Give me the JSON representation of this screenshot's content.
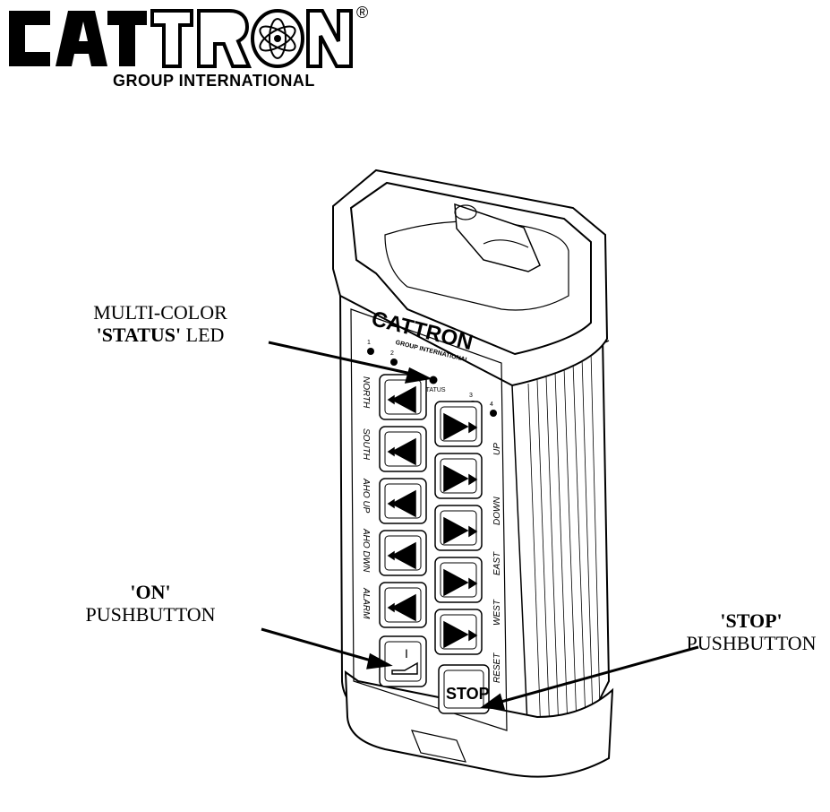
{
  "brand": {
    "logo_wordmark": "CATTRON",
    "registered_mark": "®",
    "subtitle": "GROUP INTERNATIONAL"
  },
  "device": {
    "face_logo_wordmark": "CATTRON",
    "face_logo_subtitle": "GROUP INTERNATIONAL",
    "led_labels": [
      "1",
      "2",
      "3",
      "4"
    ],
    "status_label": "STATUS",
    "left_labels": [
      "NORTH",
      "SOUTH",
      "AHO UP",
      "AHO DWN",
      "ALARM"
    ],
    "right_labels": [
      "UP",
      "DOWN",
      "EAST",
      "WEST",
      "RESET"
    ],
    "on_symbol": "I",
    "stop_label": "STOP"
  },
  "callouts": {
    "status_line1": "MULTI-COLOR",
    "status_line2_bold": "'STATUS'",
    "status_line2_rest": " LED",
    "on_line1": "'ON'",
    "on_line2": "PUSHBUTTON",
    "stop_line1": "'STOP'",
    "stop_line2": "PUSHBUTTON"
  },
  "colors": {
    "ink": "#000000",
    "paper": "#ffffff"
  }
}
